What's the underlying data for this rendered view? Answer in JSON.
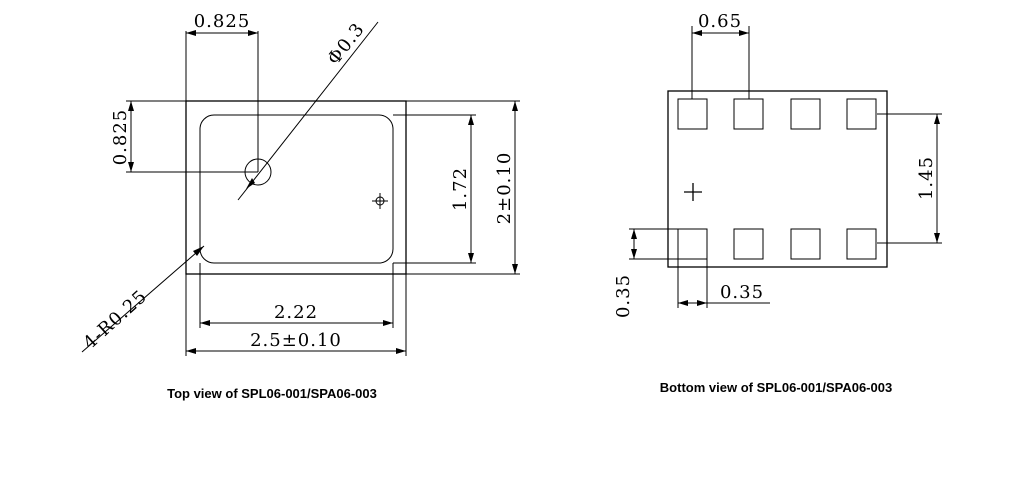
{
  "top_view": {
    "caption": "Top view of SPL06-001/SPA06-003",
    "dims": {
      "hole_x": "0.825",
      "hole_diameter": "Φ0.3",
      "hole_y": "0.825",
      "inner_height": "1.72",
      "outer_height": "2±0.10",
      "corner_radius": "4-R0.25",
      "inner_width": "2.22",
      "outer_width": "2.5±0.10"
    }
  },
  "bottom_view": {
    "caption": "Bottom view of SPL06-001/SPA06-003",
    "dims": {
      "pad_pitch": "0.65",
      "row_spacing": "1.45",
      "pad_height": "0.35",
      "pad_width": "0.35"
    }
  }
}
